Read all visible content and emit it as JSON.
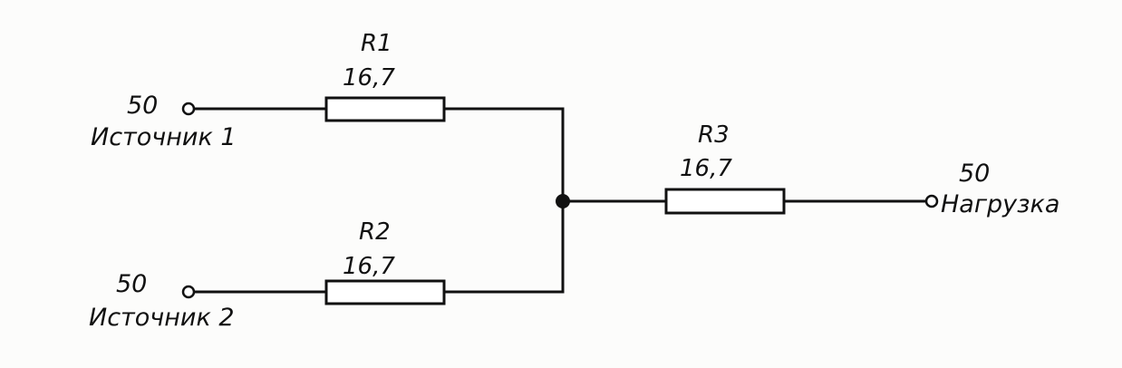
{
  "source1": {
    "value": "50",
    "label": "Источник 1"
  },
  "source2": {
    "value": "50",
    "label": "Источник 2"
  },
  "load": {
    "value": "50",
    "label": "Нагрузка"
  },
  "r1": {
    "name": "R1",
    "value": "16,7"
  },
  "r2": {
    "name": "R2",
    "value": "16,7"
  },
  "r3": {
    "name": "R3",
    "value": "16,7"
  }
}
